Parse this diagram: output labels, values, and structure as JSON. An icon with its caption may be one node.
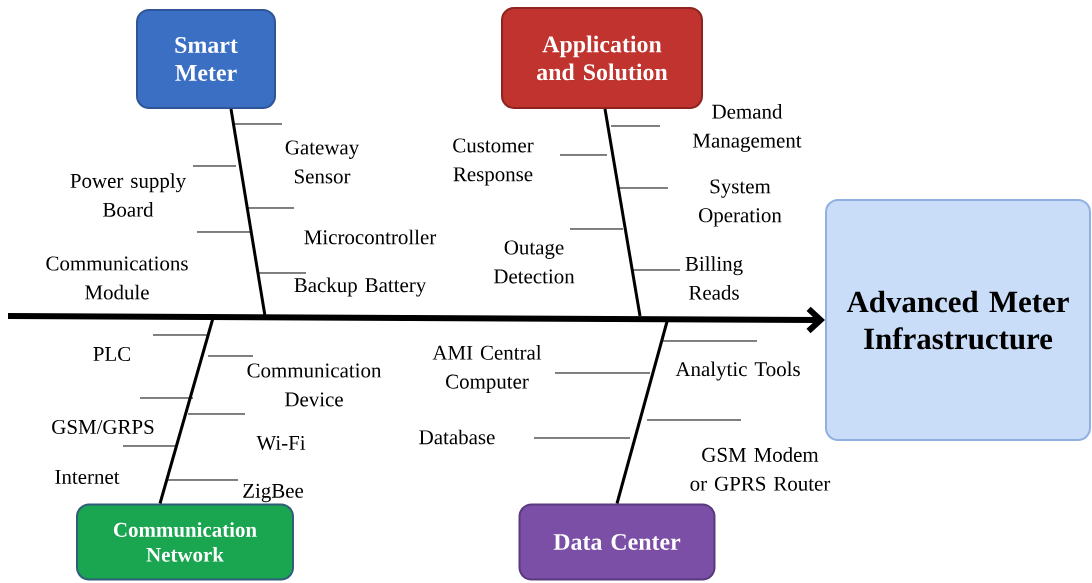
{
  "diagram": {
    "nodes": [
      {
        "text": [
          "Smart Meter"
        ]
      },
      {
        "text": [
          "Application and Solution"
        ]
      },
      {
        "text": [
          "Communication Network"
        ]
      },
      {
        "text": [
          "Data Center"
        ]
      },
      {
        "text": [
          "Advanced Meter Infrastructure"
        ]
      }
    ],
    "edges": [
      {
        "from": null,
        "to": 4,
        "arrow": "to",
        "style": "thick"
      },
      {
        "from": 0,
        "to": null,
        "arrow": "none"
      },
      {
        "from": 1,
        "to": null,
        "arrow": "none"
      },
      {
        "from": 2,
        "to": null,
        "arrow": "none"
      },
      {
        "from": 3,
        "to": null,
        "arrow": "none"
      }
    ],
    "labels": [
      "Gateway Sensor",
      "Power supply Board",
      "Microcontroller",
      "Communications Module",
      "Backup Battery",
      "Customer Response",
      "Demand Management",
      "System Operation",
      "Outage Detection",
      "Billing Reads",
      "PLC",
      "Communication Device",
      "AMI Central Computer",
      "Analytic Tools",
      "GSM/GRPS",
      "Wi-Fi",
      "Database",
      "Internet",
      "GSM Modem or GPRS Router",
      "ZigBee"
    ]
  }
}
